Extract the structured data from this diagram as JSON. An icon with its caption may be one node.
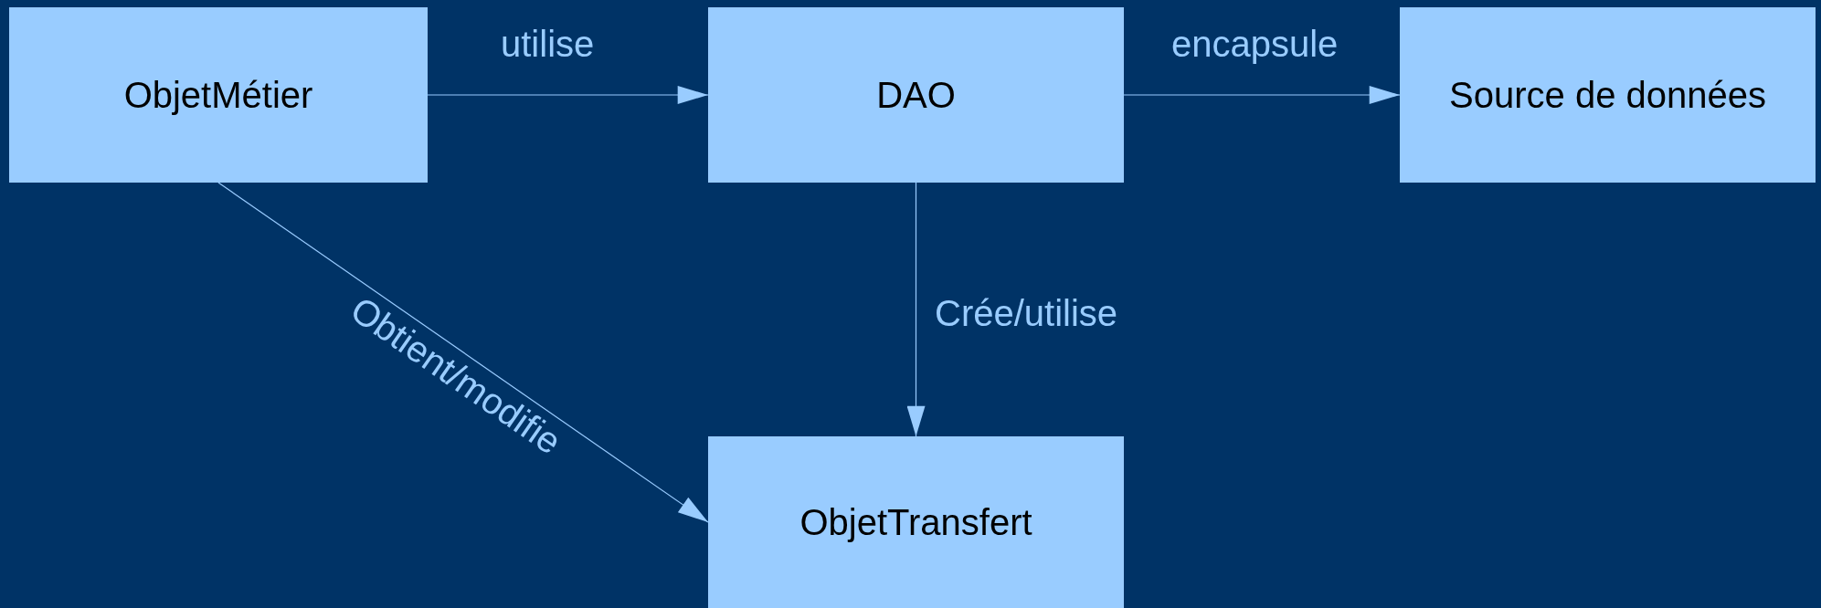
{
  "diagram": {
    "nodes": [
      {
        "text": [
          "ObjetMétier"
        ]
      },
      {
        "text": [
          "DAO"
        ]
      },
      {
        "text": [
          "Source de données"
        ]
      },
      {
        "text": [
          "ObjetTransfert"
        ]
      }
    ],
    "edges": [
      {
        "from": 0,
        "to": 1,
        "arrow": "to",
        "label": "utilise"
      },
      {
        "from": 1,
        "to": 2,
        "arrow": "to",
        "label": "encapsule"
      },
      {
        "from": 1,
        "to": 3,
        "arrow": "to",
        "label": "Crée/utilise"
      },
      {
        "from": 0,
        "to": 3,
        "arrow": "to",
        "label": "Obtient/modifie"
      }
    ]
  }
}
